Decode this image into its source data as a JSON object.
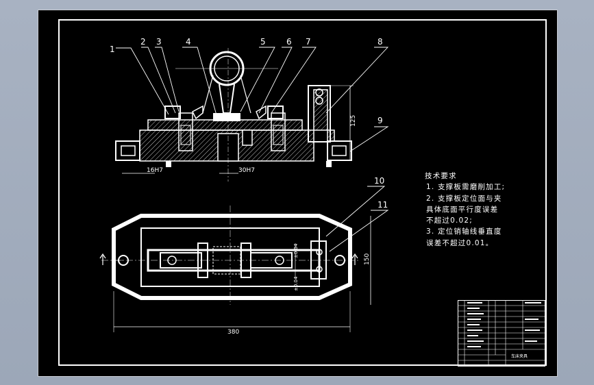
{
  "callouts": [
    "1",
    "2",
    "3",
    "4",
    "5",
    "6",
    "7",
    "8",
    "9",
    "10",
    "11"
  ],
  "dimensions": {
    "left_hole": "16H7",
    "center_slot": "30H7",
    "height_right": "125",
    "length_bottom": "380",
    "width_right": "150",
    "tol_upper": "±0.04",
    "tol_lower": "±0.04"
  },
  "tech_requirements": {
    "heading": "技术要求",
    "lines": [
      "1. 支撑板需磨削加工;",
      "2. 支撑板定位面与夹",
      "具体底面平行度误差",
      "不超过0.02;",
      "3. 定位销轴线垂直度",
      "误差不超过0.01。"
    ]
  },
  "title_block": {
    "name": "车床夹具"
  },
  "colors": {
    "background": "#000000",
    "line": "#ffffff",
    "frame_outer": "#b9c0cc"
  }
}
